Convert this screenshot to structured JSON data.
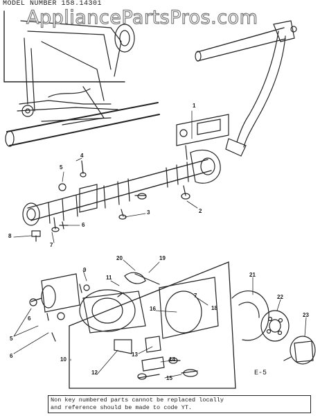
{
  "model_label": "MODEL NUMBER 158.14301",
  "watermark": "AppliancePartsPros.com",
  "diagram_code": "E-5",
  "note_line1": "Non key numbered parts cannot be replaced locally",
  "note_line2": "and reference should be made to code YT.",
  "callouts": {
    "c1": "1",
    "c2": "2",
    "c3": "3",
    "c4": "4",
    "c5a": "5",
    "c6a": "6",
    "c7": "7",
    "c8": "8",
    "c20": "20",
    "c19": "19",
    "c11": "11",
    "c9": "9",
    "c5b": "5",
    "c6b": "6",
    "c6c": "6",
    "c16": "16",
    "c17": "7",
    "c18": "18",
    "c21": "21",
    "c22": "22",
    "c23": "23",
    "c10": "10",
    "c12": "12",
    "c13": "13",
    "c14": "14",
    "c15": "15"
  }
}
